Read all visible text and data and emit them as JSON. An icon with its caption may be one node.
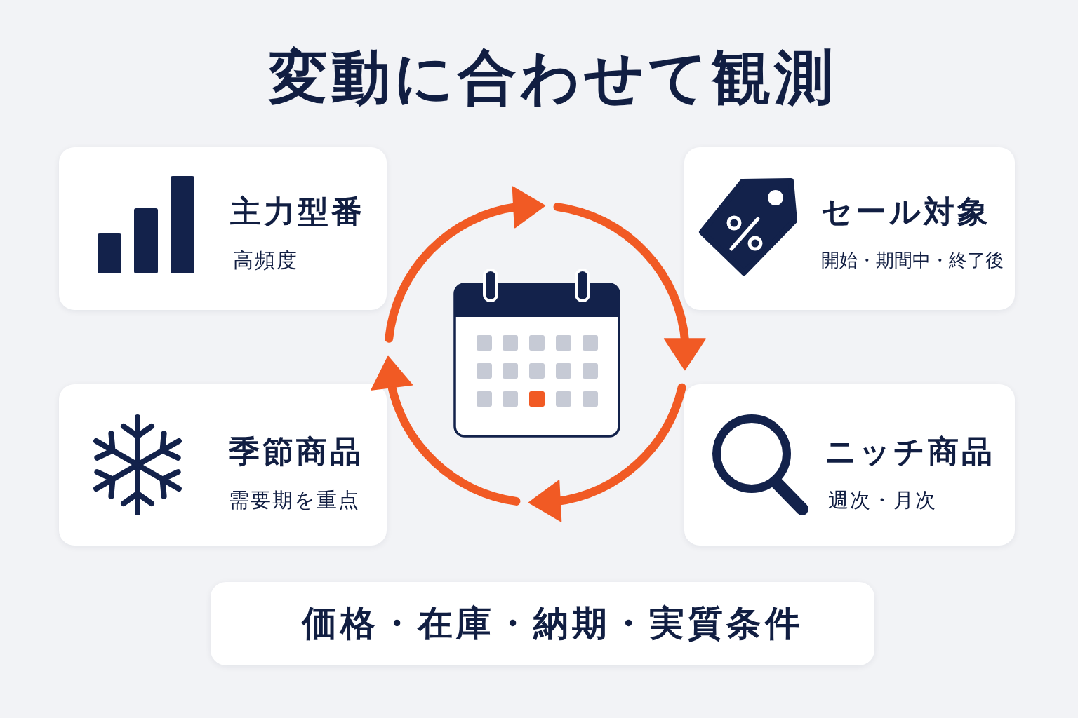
{
  "diagram": {
    "title": "変動に合わせて観測",
    "nodes": [
      {
        "text": [
          "主力型番",
          "高頻度"
        ]
      },
      {
        "text": [
          "セール対象",
          "開始・期間中・終了後"
        ]
      },
      {
        "text": [
          "季節商品",
          "需要期を重点"
        ]
      },
      {
        "text": [
          "ニッチ商品",
          "週次・月次"
        ]
      },
      {
        "text": [
          "価格・在庫・納期・実質条件"
        ]
      }
    ]
  }
}
